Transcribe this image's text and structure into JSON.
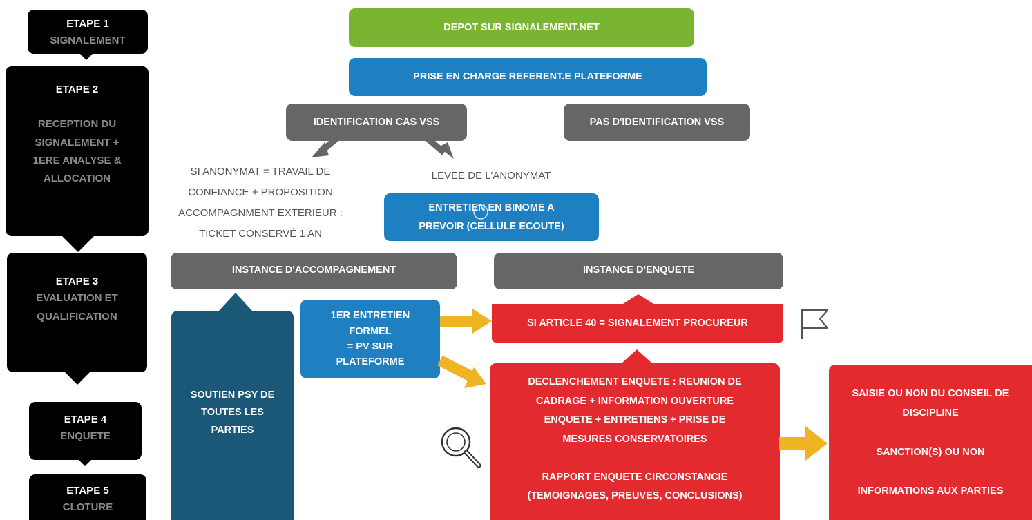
{
  "steps": [
    {
      "title": "ETAPE 1",
      "subtitle": "SIGNALEMENT"
    },
    {
      "title": "ETAPE 2",
      "subtitle": "RECEPTION DU\nSIGNALEMENT +\n1ERE ANALYSE &\nALLOCATION"
    },
    {
      "title": "ETAPE 3",
      "subtitle": "EVALUATION ET\nQUALIFICATION"
    },
    {
      "title": "ETAPE 4",
      "subtitle": "ENQUETE"
    },
    {
      "title": "ETAPE 5",
      "subtitle": "CLOTURE"
    }
  ],
  "flow": {
    "depot": "DEPOT SUR SIGNALEMENT.NET",
    "prise_en_charge": "PRISE EN CHARGE REFERENT.E PLATEFORME",
    "identification": "IDENTIFICATION CAS VSS",
    "pas_identification": "PAS D'IDENTIFICATION VSS",
    "si_anonymat": "SI ANONYMAT = TRAVAIL DE\nCONFIANCE + PROPOSITION\nACCOMPAGNMENT EXTERIEUR :\nTICKET CONSERVÉ 1 AN",
    "levee": "LEVEE DE L'ANONYMAT",
    "entretien_binome": "ENTRETIEN EN BINOME A\nPREVOIR (CELLULE ECOUTE)",
    "instance_accompagnement": "INSTANCE D'ACCOMPAGNEMENT",
    "instance_enquete": "INSTANCE D'ENQUETE",
    "premier_entretien": "1ER ENTRETIEN\nFORMEL\n= PV SUR\nPLATEFORME",
    "soutien_psy": "SOUTIEN PSY DE\nTOUTES LES\nPARTIES",
    "article40": "SI ARTICLE 40 = SIGNALEMENT PROCUREUR",
    "declenchement": "DECLENCHEMENT ENQUETE : REUNION DE\nCADRAGE + INFORMATION OUVERTURE\nENQUETE + ENTRETIENS + PRISE DE\nMESURES CONSERVATOIRES\n\nRAPPORT ENQUETE CIRCONSTANCIE\n(TEMOIGNAGES, PREUVES, CONCLUSIONS)",
    "conseil": "SAISIE OU NON DU CONSEIL DE\nDISCIPLINE\n\nSANCTION(S) OU NON\n\nINFORMATIONS AUX PARTIES"
  },
  "icons": [
    "flag-icon",
    "magnifier-icon"
  ],
  "colors": {
    "step": "#000000",
    "step_subtitle": "#8a8a8a",
    "depot": "#79b530",
    "platform": "#1e7fc1",
    "instance": "#666666",
    "soutien": "#1b5878",
    "enquete": "#e22a2f",
    "arrow": "#f0b323"
  }
}
